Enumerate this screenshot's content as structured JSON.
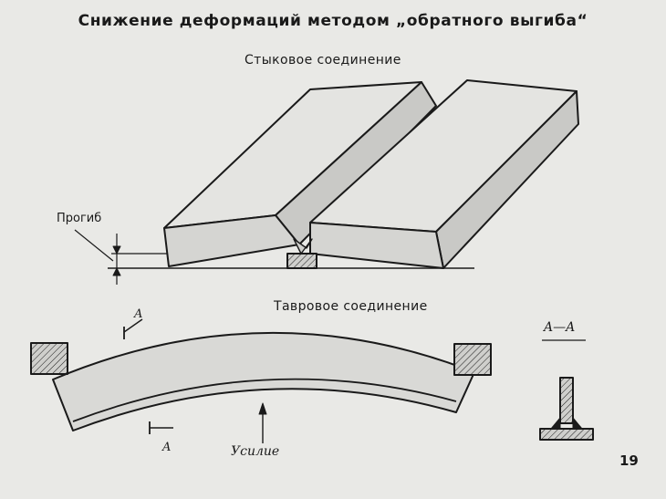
{
  "title": "Снижение деформаций методом „обратного выгиба“",
  "butt_joint": {
    "label": "Стыковое соединение",
    "deflection_label": "Прогиб"
  },
  "tee_joint": {
    "label": "Тавровое соединение",
    "section_mark_top": "A",
    "section_mark_bottom": "A",
    "force_label": "Усилие"
  },
  "section_view": {
    "title": "A—A"
  },
  "page_number": "19",
  "colors": {
    "background": "#e9e9e6",
    "ink": "#1a1a1a",
    "plate_fill": "#d9d9d6",
    "plate_top": "#e4e4e1"
  }
}
